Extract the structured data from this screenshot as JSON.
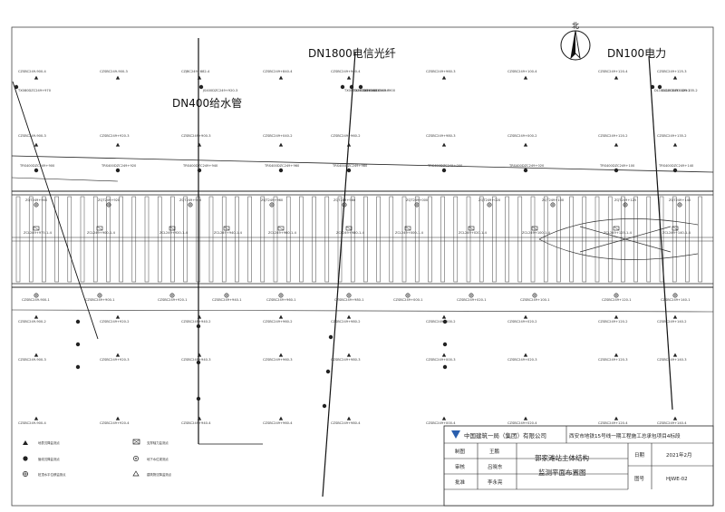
{
  "pipelines": {
    "fiber": "DN1800电信光纤",
    "power": "DN100电力",
    "water": "DN400给水管"
  },
  "north": "北",
  "title_block": {
    "company": "中国建筑一局（集团）有限公司",
    "project": "西安市地铁15号线一期工程施工总承包项目4标段",
    "drawing_title_1": "郭家滩站主体结构",
    "drawing_title_2": "监测平面布置图",
    "role_draw": "制图",
    "name_draw": "王鹏",
    "role_review": "审核",
    "name_review": "吕晓东",
    "role_approve": "批准",
    "name_approve": "李永亮",
    "date_label": "日期",
    "date_value": "2021年2月",
    "no_label": "图号",
    "no_value": "HJWE-02"
  },
  "legend": [
    "地表沉降监测点",
    "管线沉降监测点",
    "桩顶水平位移监测点",
    "支撑轴力监测点",
    "地下水位观测点",
    "建筑物沉降监测点"
  ],
  "point_labels": {
    "top_row": [
      "CZSBC249-900-4",
      "CZSBC249-900-3",
      "CZJBC249+882-4",
      "CZSBC249+840-4",
      "CZSBC249+960-4",
      "CZSBC249+960-3",
      "CZSBC249+100-4",
      "CZSBC249+120-4",
      "CZSBC249+125-3"
    ],
    "second_row": [
      "CZSBC249-900-3",
      "CZSBC249+920-3",
      "CZSBC249+900-3",
      "CZSBC249+040-2",
      "CZSBC249+960-2",
      "CZSBC249+980-3",
      "CZSBC249+000-2",
      "CZSBC249+120-2",
      "CZSBC249+135-2"
    ],
    "pipe_points": [
      "TX080DZC249+970",
      "TX080DZC249+960-3",
      "TX080DZC249+900",
      "TX080DZC249+960-2",
      "JS400DZC249+920-3",
      "DL100DZC249+125-2",
      "DL100DZC249+135-2"
    ],
    "upper_support_row": [
      "TRS400DZC249+900",
      "TRS400DZC249+920",
      "TRS400DZC249+940",
      "TRS400DZC249+960",
      "TRS400DZC249+980",
      "TRS400DZC249+000",
      "TRS400DZC249+020",
      "TRS400DZC249+100",
      "TRS400DZC249+140"
    ],
    "axial_force": [
      "ZCL249+975-1-4",
      "ZCL249+900-1-4",
      "ZCL249+920-1-4",
      "ZCL249+940-1-4",
      "ZCL249+960-1-4",
      "ZCL249+980-1-4",
      "ZCL249+000-1-4",
      "ZCL249+020-1-4",
      "ZCL249+100-1-4",
      "ZCL249+125-1-4",
      "ZCL249+140-1-4"
    ],
    "pile_top": [
      "ZQT249+900",
      "ZQT249+920",
      "ZQT249+940",
      "ZQT249+960",
      "ZQT249+980",
      "ZQT249+000",
      "ZQT249+020",
      "ZQT249+100",
      "ZQT249+125",
      "ZQT249+140"
    ],
    "lower_support_row": [
      "CZSBC249-900-1",
      "CZSBC249+900-1",
      "CZSBC249+920-1",
      "CZSBC249+940-1",
      "CZSBC249+960-1",
      "CZSBC249+980-1",
      "CZSBC249+000-1",
      "CZSBC249+020-1",
      "CZSBC249+100-1",
      "CZSBC249+120-1",
      "CZSBC249+140-1"
    ],
    "lower_row_2": [
      "CZSBC249-900-2",
      "CZSBC249+920-2",
      "CZSBC249+940-2",
      "CZSBC249+960-2",
      "CZSBC249+980-2",
      "CZSBC249+000-2",
      "CZSBC249+020-2",
      "CZSBC249+120-2",
      "CZSBC249+140-2"
    ],
    "lower_row_3": [
      "CZSBC249-900-3",
      "CZSBC249+920-3",
      "CZSBC249+940-3",
      "CZSBC249+960-3",
      "CZSBC249+980-3",
      "CZSBC249+000-3",
      "CZSBC249+020-3",
      "CZSBC249+120-3",
      "CZSBC249+140-3"
    ],
    "lower_row_4": [
      "CZSBC249-900-4",
      "CZSBC249+920-4",
      "CZSBC249+940-4",
      "CZSBC249+960-4",
      "CZSBC249+980-4",
      "CZSBC249+000-4",
      "CZSBC249+020-4",
      "CZSBC249+120-4",
      "CZSBC249+140-4"
    ]
  }
}
